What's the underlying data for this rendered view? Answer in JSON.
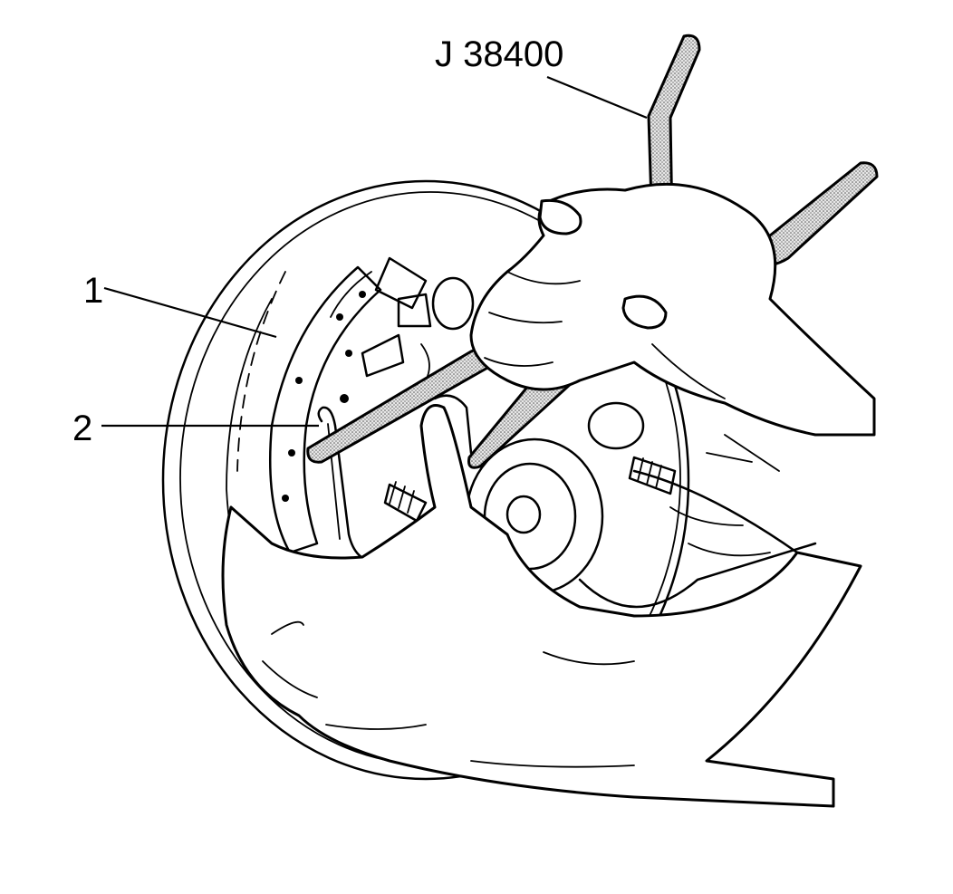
{
  "callouts": {
    "tool": "J 38400",
    "part_1": "1",
    "part_2": "2"
  },
  "colors": {
    "line": "#000000",
    "background": "#ffffff",
    "tool_fill": "#d8d8d8"
  }
}
